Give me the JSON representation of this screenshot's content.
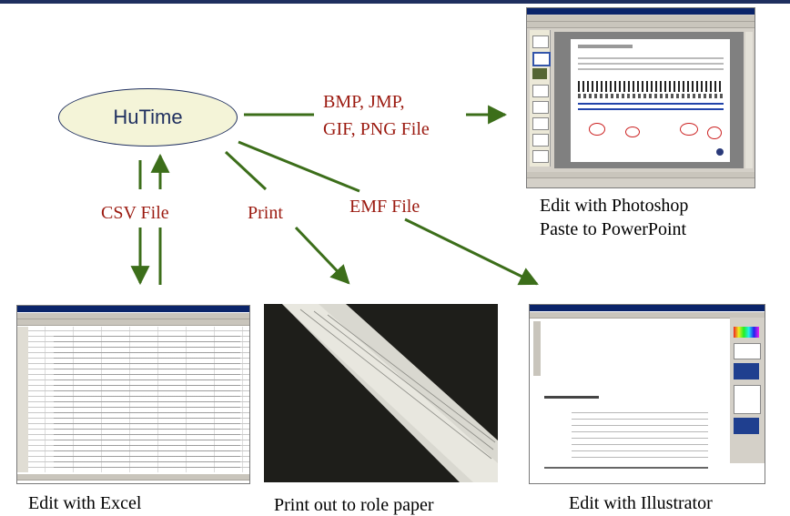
{
  "center_node": {
    "label": "HuTime"
  },
  "edge_labels": {
    "image_formats_line1": "BMP, JMP,",
    "image_formats_line2": "GIF, PNG File",
    "emf": "EMF File",
    "print": "Print",
    "csv": "CSV File"
  },
  "captions": {
    "powerpoint_line1": "Edit with Photoshop",
    "powerpoint_line2": "Paste to PowerPoint",
    "excel": "Edit with Excel",
    "print": "Print out to role paper",
    "illustrator": "Edit with Illustrator"
  },
  "colors": {
    "arrow": "#3c6e1a",
    "edge_label": "#9b1a10",
    "node_border": "#1f2f5f",
    "node_fill": "#f4f4d8"
  }
}
